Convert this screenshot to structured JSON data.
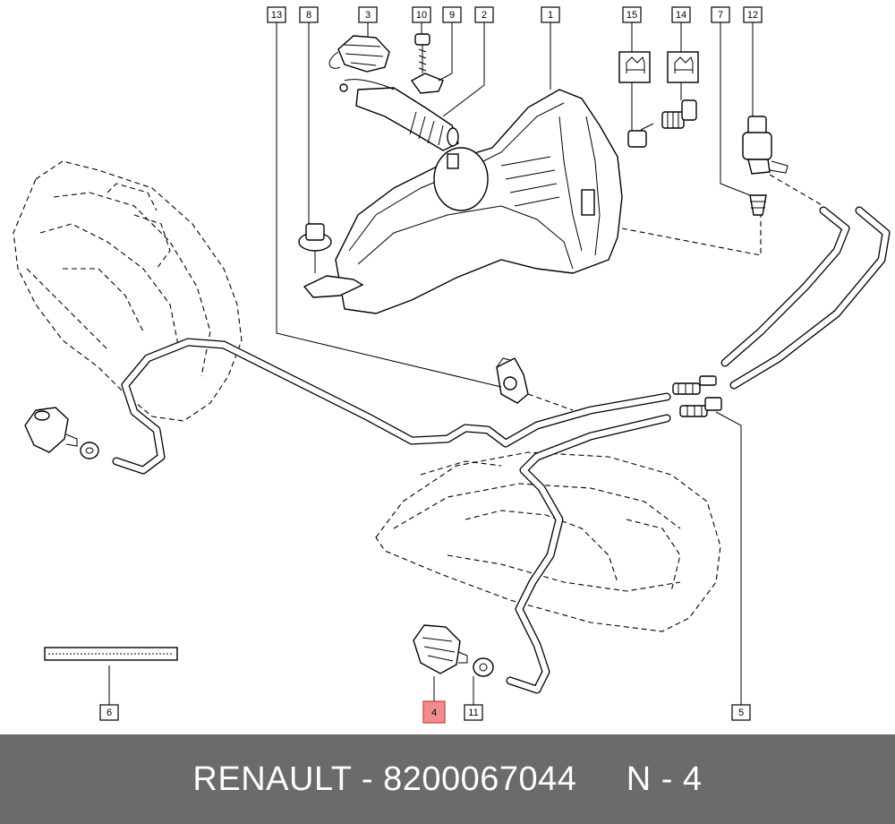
{
  "callouts": [
    {
      "label": "13"
    },
    {
      "label": "8"
    },
    {
      "label": "3"
    },
    {
      "label": "10"
    },
    {
      "label": "9"
    },
    {
      "label": "2"
    },
    {
      "label": "1"
    },
    {
      "label": "15"
    },
    {
      "label": "14"
    },
    {
      "label": "7"
    },
    {
      "label": "12"
    },
    {
      "label": "6"
    },
    {
      "label": "4"
    },
    {
      "label": "11"
    },
    {
      "label": "5"
    }
  ],
  "highlight_color": "#f08c8c",
  "footer": {
    "brand": "RENAULT",
    "part_number": "8200067044",
    "position": "N - 4"
  }
}
